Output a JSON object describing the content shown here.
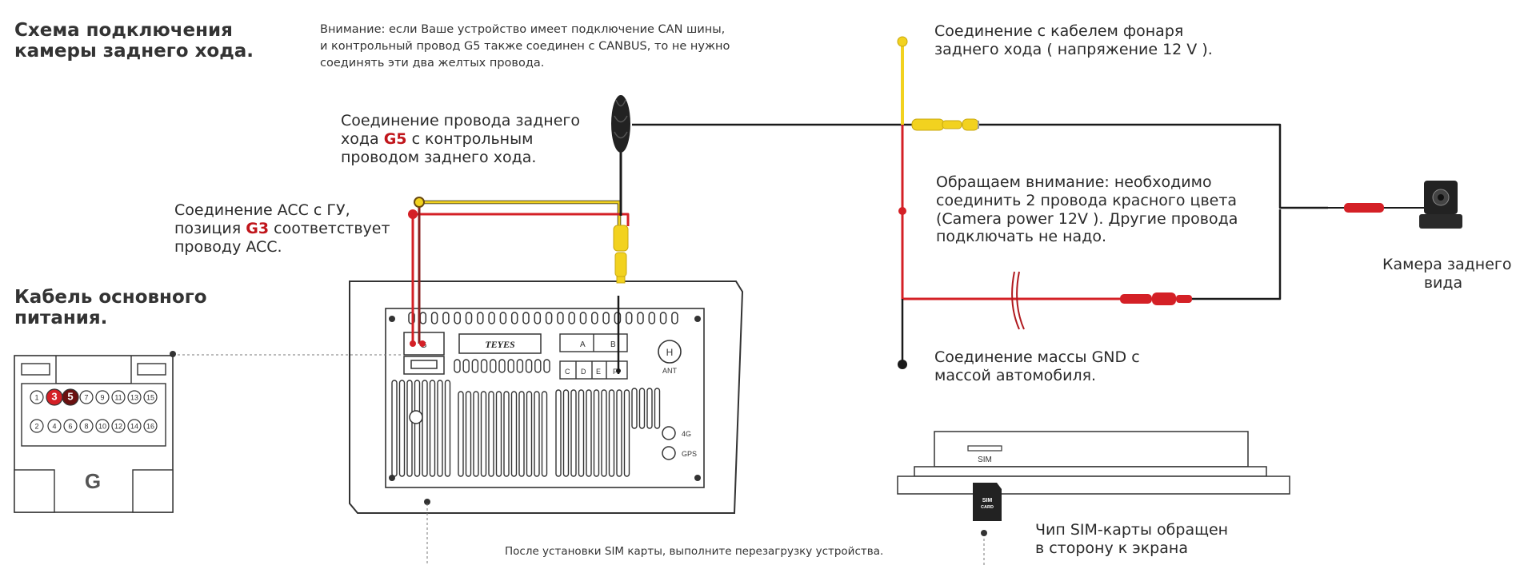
{
  "titles": {
    "main_line1": "Схема подключения",
    "main_line2": "камеры заднего хода.",
    "power_line1": "Кабель основного",
    "power_line2": "питания."
  },
  "warning": {
    "line1": "Внимание: если Ваше устройство имеет подключение CAN шины,",
    "line2": "и контрольный провод G5 также соединен с CANBUS, то не нужно",
    "line3": "соединять эти два желтых провода."
  },
  "reverse_wire": {
    "line1": "Соединение провода заднего",
    "line2_pre": "хода ",
    "line2_hl": "G5",
    "line2_post": " с контрольным",
    "line3": "проводом заднего хода."
  },
  "acc": {
    "line1": "Соединение ACC с ГУ,",
    "line2_pre": "позиция ",
    "line2_hl": "G3",
    "line2_post": " соответствует",
    "line3": "проводу ACC."
  },
  "lamp": {
    "line1": "Соединение с кабелем фонаря",
    "line2": "заднего хода ( напряжение 12 V )."
  },
  "attention": {
    "line1": "Обращаем внимание: необходимо",
    "line2": "соединить 2 провода красного цвета",
    "line3": " (Camera power 12V ). Другие провода",
    "line4": "подключать не надо."
  },
  "gnd": {
    "line1": "Соединение массы GND с",
    "line2": "массой автомобиля."
  },
  "camera": {
    "line1": "Камера заднего",
    "line2": "вида"
  },
  "sim_chip": {
    "line1": "Чип SIM-карты обращен",
    "line2": "в сторону к экрана"
  },
  "sim_note": "После установки SIM карты, выполните перезагрузку устройства.",
  "unit": {
    "brand": "TEYES",
    "slot_g": "G",
    "ports": [
      "A",
      "B",
      "C",
      "D",
      "E",
      "F"
    ],
    "ant_letter": "H",
    "ant_label": "ANT",
    "label_4g": "4G",
    "label_gps": "GPS",
    "sim_slot": "SIM",
    "sim_card_line1": "SIM",
    "sim_card_line2": "CARD"
  },
  "connector": {
    "letter": "G",
    "top_pins": [
      "1",
      "3",
      "5",
      "7",
      "9",
      "11",
      "13",
      "15"
    ],
    "bottom_pins": [
      "2",
      "4",
      "6",
      "8",
      "10",
      "12",
      "14",
      "16"
    ],
    "highlighted_pins": [
      "3",
      "5"
    ]
  },
  "colors": {
    "wire_yellow": "#f2d21f",
    "wire_red": "#d42026",
    "wire_black": "#1a1a1a",
    "accent_red": "#c0151b"
  }
}
